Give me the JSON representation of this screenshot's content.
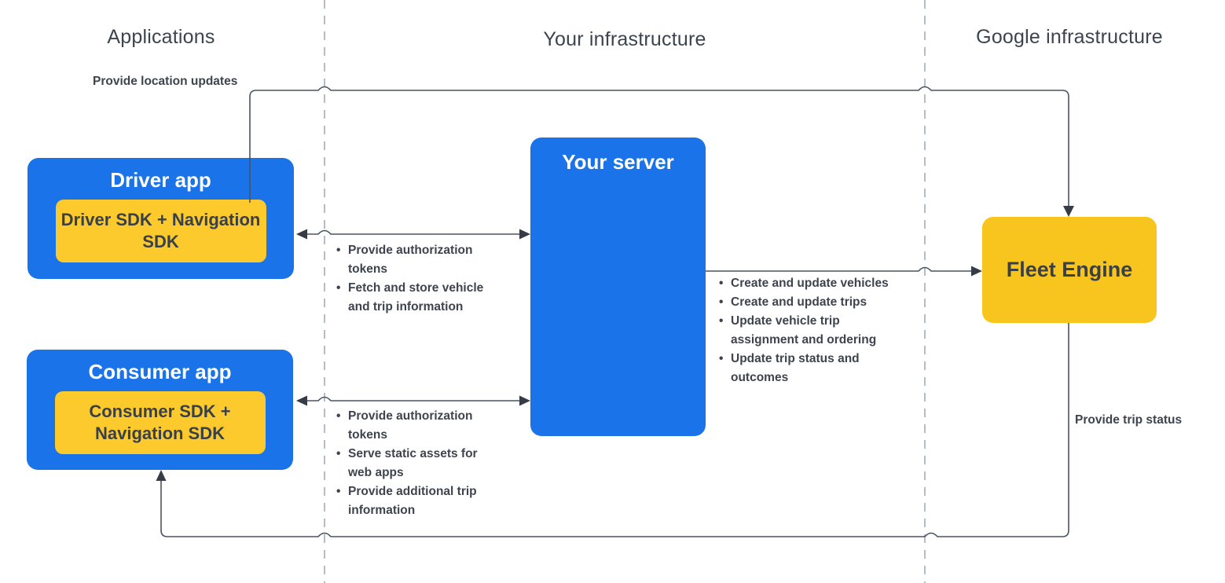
{
  "colors": {
    "blue": "#1A73E8",
    "yellow_sdk": "#FDCA2D",
    "yellow_fleet": "#F8C51E",
    "line": "#4A5360",
    "arrow": "#353C46",
    "dashed": "#B6BCC5",
    "header_text": "#3C4450",
    "label_text": "#3E444E",
    "sdk_text": "#3A4048"
  },
  "columns": [
    {
      "label": "Applications"
    },
    {
      "label": "Your infrastructure"
    },
    {
      "label": "Google infrastructure"
    }
  ],
  "nodes": {
    "driver_app": {
      "title": "Driver app",
      "sdk": "Driver SDK + Navigation SDK"
    },
    "consumer_app": {
      "title": "Consumer app",
      "sdk": "Consumer SDK + Navigation SDK"
    },
    "your_server": {
      "title": "Your server"
    },
    "fleet_engine": {
      "title": "Fleet Engine"
    }
  },
  "edge_labels": {
    "provide_location_updates": "Provide location updates",
    "provide_trip_status": "Provide trip status"
  },
  "lists": {
    "driver_server": {
      "items": [
        "Provide authorization tokens",
        "Fetch and store vehicle and trip information"
      ]
    },
    "consumer_server": {
      "items": [
        "Provide authorization tokens",
        "Serve static assets for web apps",
        "Provide additional trip information"
      ]
    },
    "server_fleet": {
      "items": [
        "Create and update vehicles",
        "Create and update trips",
        "Update vehicle trip assignment and ordering",
        "Update trip status and outcomes"
      ]
    }
  }
}
